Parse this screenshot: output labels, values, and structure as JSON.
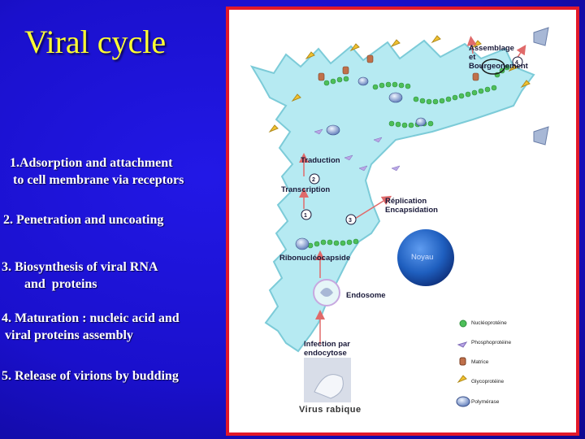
{
  "slide": {
    "title": "Viral cycle",
    "steps": [
      "1.Adsorption and attachment\n to cell membrane via receptors",
      "2. Penetration and uncoating",
      "3. Biosynthesis of viral RNA\n       and  proteins",
      "4. Maturation : nucleic acid and\n viral proteins assembly",
      "5. Release of virions by budding"
    ]
  },
  "diagram": {
    "labels": {
      "assembly": "Assemblage\net\nBourgeonement",
      "traduction": "Traduction",
      "transcription": "Transcription",
      "replication": "Réplication\nEncapsidation",
      "ribonucleocapside": "Ribonucléocapside",
      "noyau": "Noyau",
      "endosome": "Endosome",
      "infection": "Infection par\nendocytose",
      "virus": "Virus rabique"
    },
    "step_markers": [
      "1",
      "2",
      "3",
      "4"
    ],
    "legend": [
      {
        "label": "Nucléoprotéine",
        "icon": "green-sphere"
      },
      {
        "label": "Phosphoprotéine",
        "icon": "purple-wedge"
      },
      {
        "label": "Matrice",
        "icon": "brown-block"
      },
      {
        "label": "Glycoprotéine",
        "icon": "yellow-spike"
      },
      {
        "label": "Polymérase",
        "icon": "blue-oval"
      }
    ],
    "colors": {
      "cell": "#b6eaf2",
      "cell_border": "#7ccbd8",
      "nucleus": "#1f5fbf",
      "nucleoprotein": "#4dbf5a",
      "frame": "#e2192a"
    }
  }
}
